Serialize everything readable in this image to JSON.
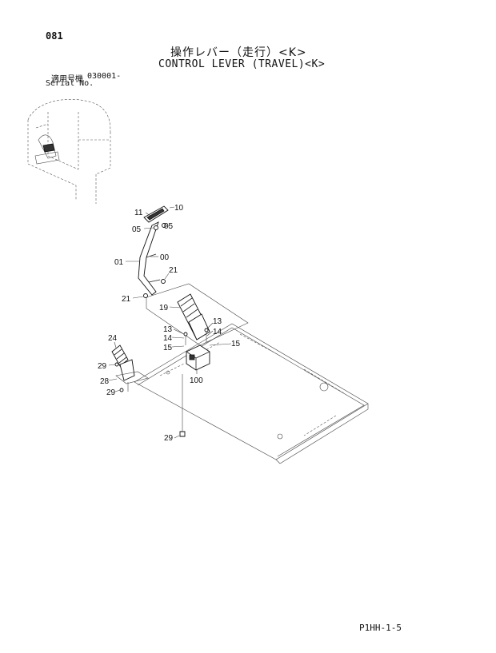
{
  "page_number": "081",
  "title_jp": "操作レバー（走行）<K>",
  "title_en": "CONTROL LEVER (TRAVEL)<K>",
  "serial_label_jp": "適用号機",
  "serial_value": "030001-",
  "serial_label_en": "Serial No.",
  "callouts": {
    "c11": "11",
    "c10": "10",
    "c05a": "05",
    "c05b": "05",
    "c01": "01",
    "c00": "00",
    "c21a": "21",
    "c21b": "21",
    "c19": "19",
    "c13a": "13",
    "c14a": "14",
    "c15a": "15",
    "c13b": "13",
    "c14b": "14",
    "c15b": "15",
    "c100": "100",
    "c24": "24",
    "c29a": "29",
    "c28": "28",
    "c29b": "29",
    "c29c": "29"
  },
  "footer_code": "P1HH-1-5"
}
